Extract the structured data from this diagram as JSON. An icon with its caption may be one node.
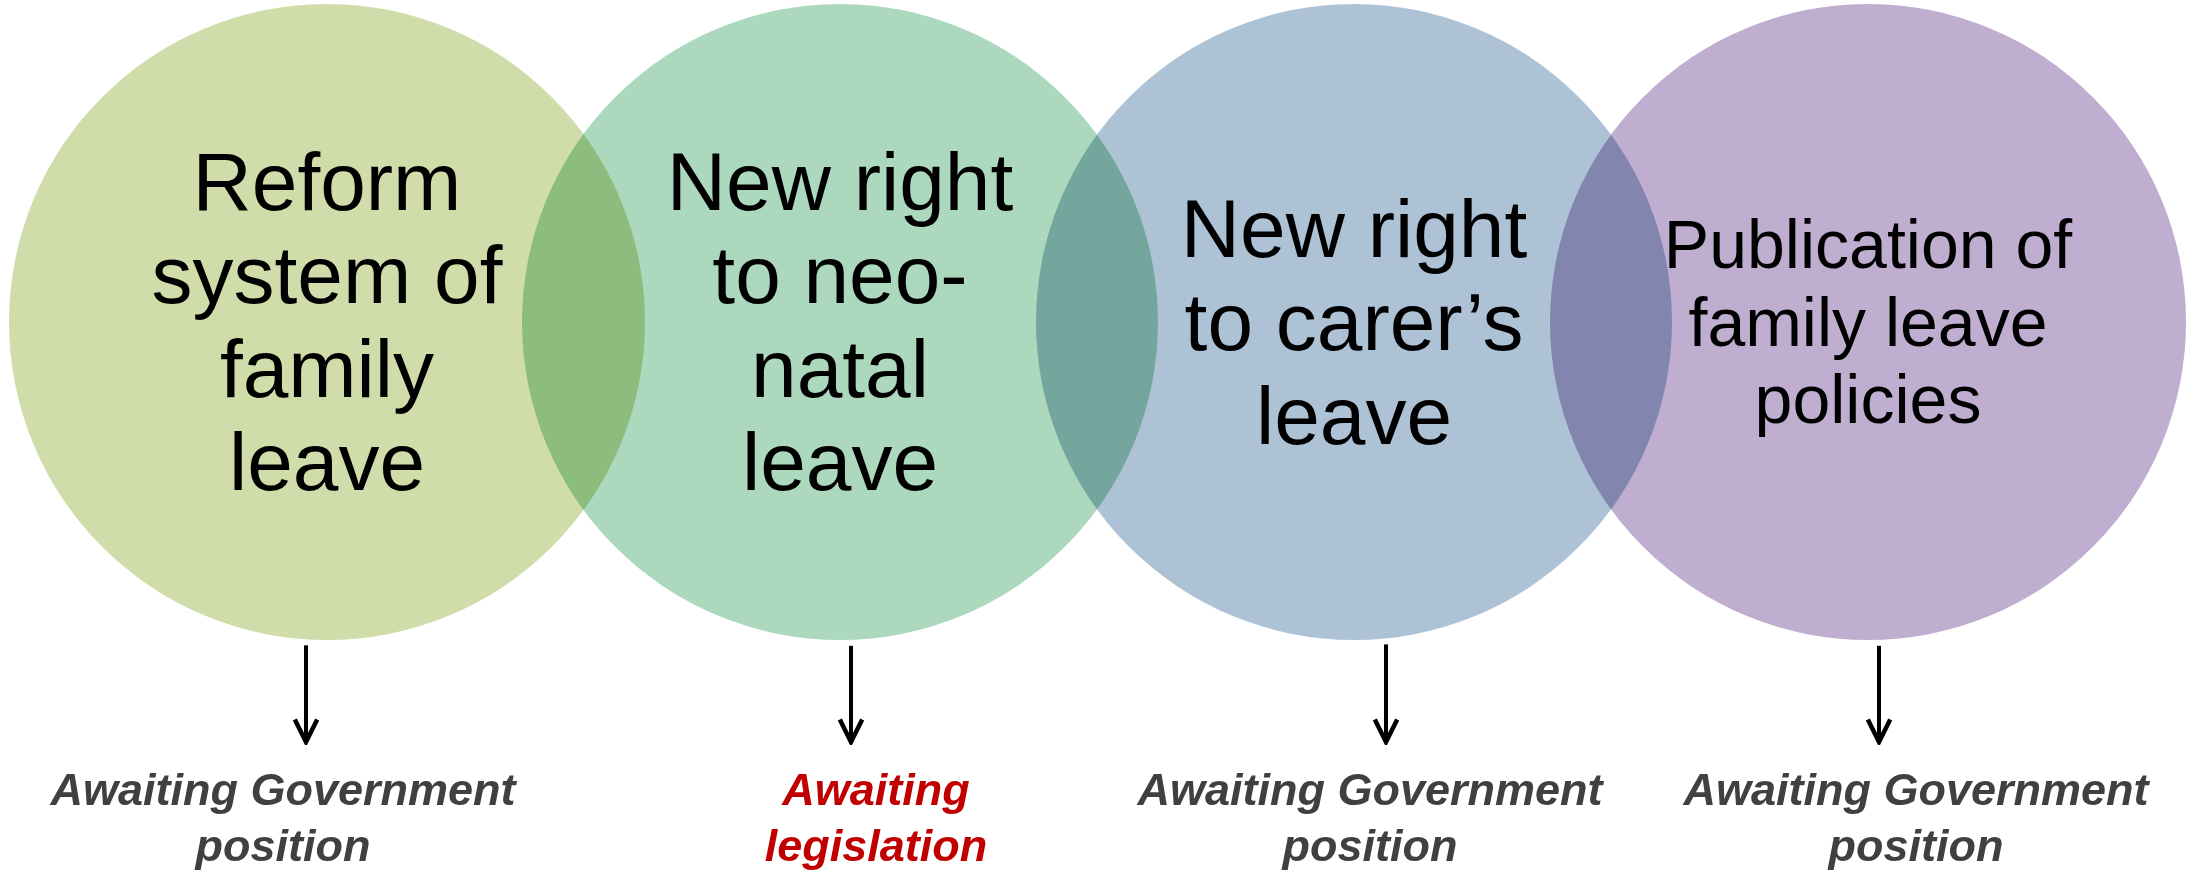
{
  "diagram": {
    "nodes": [
      {
        "text": [
          "Reform system of family leave"
        ]
      },
      {
        "text": [
          "New right to neo-natal leave"
        ]
      },
      {
        "text": [
          "New right to carer’s leave"
        ]
      },
      {
        "text": [
          "Publication of family leave policies"
        ]
      },
      {
        "text": [
          "Awaiting Government position"
        ]
      },
      {
        "text": [
          "Awaiting legislation"
        ]
      },
      {
        "text": [
          "Awaiting Government position"
        ]
      },
      {
        "text": [
          "Awaiting Government position"
        ]
      }
    ],
    "edges": [
      {
        "from": 0,
        "to": 4,
        "arrow": "to"
      },
      {
        "from": 1,
        "to": 5,
        "arrow": "to"
      },
      {
        "from": 2,
        "to": 6,
        "arrow": "to"
      },
      {
        "from": 3,
        "to": 7,
        "arrow": "to"
      }
    ]
  }
}
